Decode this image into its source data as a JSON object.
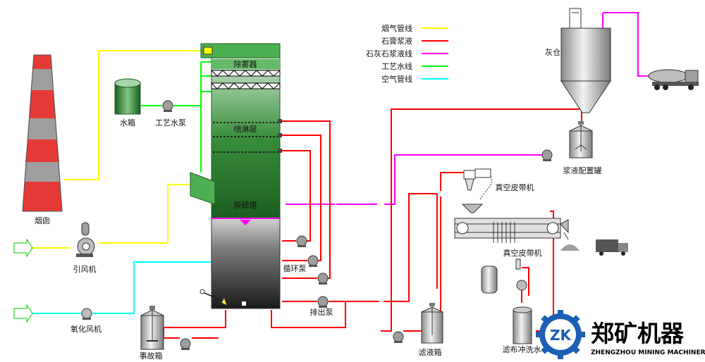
{
  "legend": {
    "items": [
      {
        "label": "烟气管线",
        "color": "#ffff00"
      },
      {
        "label": "石膏浆液",
        "color": "#ff0000"
      },
      {
        "label": "石灰石浆液线",
        "color": "#ff00ff"
      },
      {
        "label": "工艺水线",
        "color": "#00ff00"
      },
      {
        "label": "空气管线",
        "color": "#00ffff"
      }
    ]
  },
  "labels": {
    "chimney": "烟囱",
    "water_tank": "水箱",
    "process_pump": "工艺水泵",
    "demister": "除雾器",
    "spray_layer": "喷淋层",
    "tower": "脱硫塔",
    "circ_pump": "循环泵",
    "discharge_pump": "排出泵",
    "induced_fan": "引风机",
    "oxidation_fan": "氧化风机",
    "accident_tank": "事故箱",
    "filtrate_tank": "滤液箱",
    "vacuum_belt_top": "真空皮带机",
    "vacuum_belt_bottom": "真空皮带机",
    "cloth_wash": "滤布冲洗水",
    "ash_silo": "灰仓",
    "slurry_tank": "浆液配置罐"
  },
  "brand": {
    "name_cn": "郑矿机器",
    "name_en": "ZHENGZHOU MINING MACHINERY",
    "logo_text": "ZK"
  },
  "colors": {
    "flue": "#ffff00",
    "gypsum": "#ff0000",
    "limestone": "#ff00ff",
    "water": "#00ff00",
    "air": "#00ffff",
    "tower_green": "#2e7d32",
    "brand_blue": "#1a5fb4"
  }
}
